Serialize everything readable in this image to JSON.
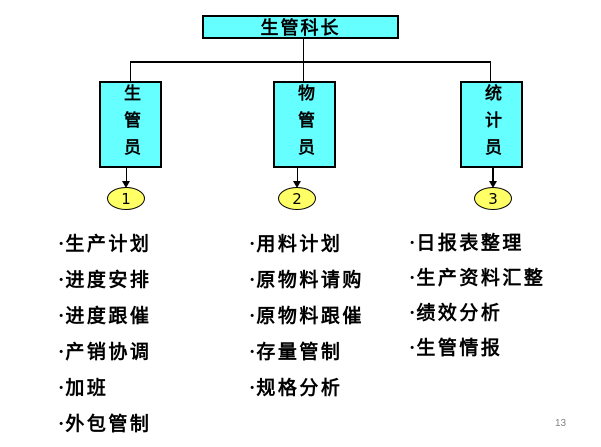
{
  "org_chart": {
    "root": {
      "label": "生管科长"
    },
    "children": [
      {
        "label": "生管员",
        "badge": "1"
      },
      {
        "label": "物管员",
        "badge": "2"
      },
      {
        "label": "统计员",
        "badge": "3"
      }
    ]
  },
  "bullet": "·",
  "duty_columns": [
    {
      "for_badge": "1",
      "items": [
        "生产计划",
        "进度安排",
        "进度跟催",
        "产销协调",
        "加班",
        "外包管制"
      ]
    },
    {
      "for_badge": "2",
      "items": [
        "用料计划",
        "原物料请购",
        "原物料跟催",
        "存量管制",
        "规格分析"
      ]
    },
    {
      "for_badge": "3",
      "items": [
        "日报表整理",
        "生产资料汇整",
        "绩效分析",
        "生管情报"
      ]
    }
  ],
  "page": {
    "number": "13"
  },
  "colors": {
    "node_fill": "#66FFFF",
    "badge_fill": "#FFFF66",
    "line": "#000000",
    "page_number": "#848484"
  }
}
